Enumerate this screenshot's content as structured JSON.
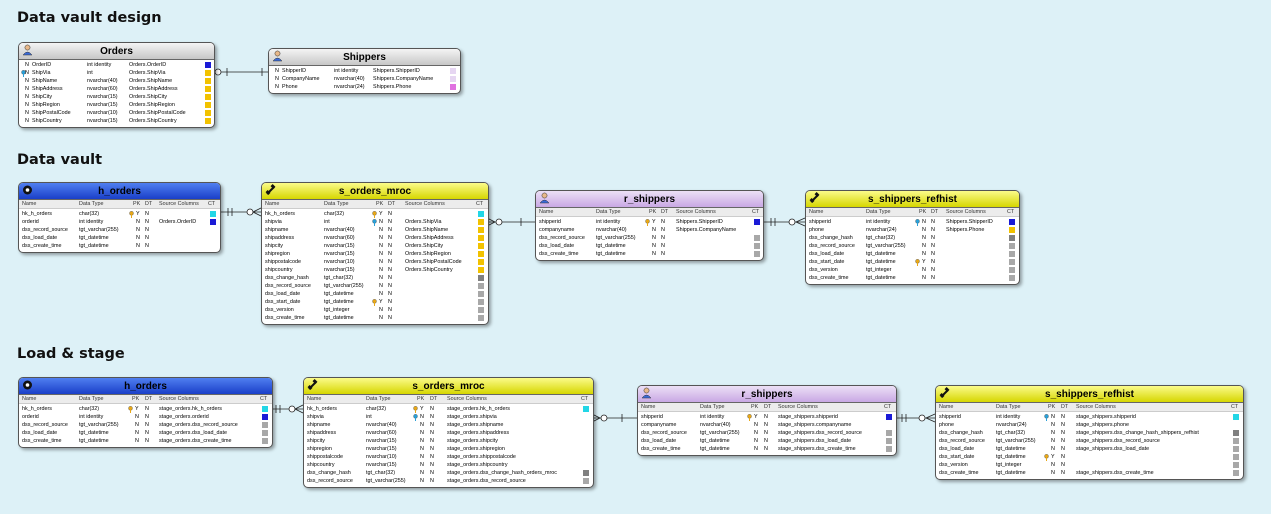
{
  "sections": {
    "design": "Data vault design",
    "vault": "Data vault",
    "load": "Load & stage"
  },
  "col_headers": {
    "name": "Name",
    "datatype": "Data Type",
    "pk": "PK",
    "dt": "DT",
    "source": "Source Columns",
    "ct": "CT"
  },
  "tables": [
    {
      "id": "orders",
      "title": "Orders",
      "style": "gray",
      "icon": "person-icon",
      "rows": [
        {
          "n": "N",
          "name": "OrderID",
          "type": "int identity",
          "src": "Orders.OrderID",
          "color": "#1a1ad6"
        },
        {
          "n": "N",
          "name": "ShipVia",
          "type": "int",
          "src": "Orders.ShipVia",
          "color": "#f2c200",
          "key": "blue"
        },
        {
          "n": "N",
          "name": "ShipName",
          "type": "nvarchar(40)",
          "src": "Orders.ShipName",
          "color": "#f2c200"
        },
        {
          "n": "N",
          "name": "ShipAddress",
          "type": "nvarchar(60)",
          "src": "Orders.ShipAddress",
          "color": "#f2c200"
        },
        {
          "n": "N",
          "name": "ShipCity",
          "type": "nvarchar(15)",
          "src": "Orders.ShipCity",
          "color": "#f2c200"
        },
        {
          "n": "N",
          "name": "ShipRegion",
          "type": "nvarchar(15)",
          "src": "Orders.ShipRegion",
          "color": "#f2c200"
        },
        {
          "n": "N",
          "name": "ShipPostalCode",
          "type": "nvarchar(10)",
          "src": "Orders.ShipPostalCode",
          "color": "#f2c200"
        },
        {
          "n": "N",
          "name": "ShipCountry",
          "type": "nvarchar(15)",
          "src": "Orders.ShipCountry",
          "color": "#f2c200"
        }
      ]
    },
    {
      "id": "shippers",
      "title": "Shippers",
      "style": "gray",
      "icon": "person-icon",
      "rows": [
        {
          "n": "N",
          "name": "ShipperID",
          "type": "int identity",
          "src": "Shippers.ShipperID",
          "color": "#e6d6f2"
        },
        {
          "n": "N",
          "name": "CompanyName",
          "type": "nvarchar(40)",
          "src": "Shippers.CompanyName",
          "color": "#e6d6f2"
        },
        {
          "n": "N",
          "name": "Phone",
          "type": "nvarchar(24)",
          "src": "Shippers.Phone",
          "color": "#e070e0"
        }
      ]
    },
    {
      "id": "h_orders_1",
      "title": "h_orders",
      "style": "blue",
      "icon": "hub-icon",
      "header_cols": true,
      "rows": [
        {
          "name": "hk_h_orders",
          "type": "char(32)",
          "pk": "Y",
          "dt": "N",
          "src": "",
          "color": "#22d6e6",
          "key": "gold"
        },
        {
          "name": "orderid",
          "type": "int identity",
          "pk": "N",
          "dt": "N",
          "src": "Orders.OrderID",
          "color": "#1a1ad6"
        },
        {
          "name": "dss_record_source",
          "type": "tgt_varchar(255)",
          "pk": "N",
          "dt": "N",
          "src": "",
          "color": ""
        },
        {
          "name": "dss_load_date",
          "type": "tgt_datetime",
          "pk": "N",
          "dt": "N",
          "src": "",
          "color": ""
        },
        {
          "name": "dss_create_time",
          "type": "tgt_datetime",
          "pk": "N",
          "dt": "N",
          "src": "",
          "color": ""
        }
      ]
    },
    {
      "id": "s_orders_mroc_1",
      "title": "s_orders_mroc",
      "style": "yellow",
      "icon": "satellite-icon",
      "header_cols": true,
      "rows": [
        {
          "name": "hk_h_orders",
          "type": "char(32)",
          "pk": "Y",
          "dt": "N",
          "src": "",
          "color": "#22d6e6",
          "key": "gold"
        },
        {
          "name": "shipvia",
          "type": "int",
          "pk": "N",
          "dt": "N",
          "src": "Orders.ShipVia",
          "color": "#f2c200",
          "key": "blue"
        },
        {
          "name": "shipname",
          "type": "nvarchar(40)",
          "pk": "N",
          "dt": "N",
          "src": "Orders.ShipName",
          "color": "#f2c200"
        },
        {
          "name": "shipaddress",
          "type": "nvarchar(60)",
          "pk": "N",
          "dt": "N",
          "src": "Orders.ShipAddress",
          "color": "#f2c200"
        },
        {
          "name": "shipcity",
          "type": "nvarchar(15)",
          "pk": "N",
          "dt": "N",
          "src": "Orders.ShipCity",
          "color": "#f2c200"
        },
        {
          "name": "shipregion",
          "type": "nvarchar(15)",
          "pk": "N",
          "dt": "N",
          "src": "Orders.ShipRegion",
          "color": "#f2c200"
        },
        {
          "name": "shippostalcode",
          "type": "nvarchar(10)",
          "pk": "N",
          "dt": "N",
          "src": "Orders.ShipPostalCode",
          "color": "#f2c200"
        },
        {
          "name": "shipcountry",
          "type": "nvarchar(15)",
          "pk": "N",
          "dt": "N",
          "src": "Orders.ShipCountry",
          "color": "#f2c200"
        },
        {
          "name": "dss_change_hash",
          "type": "tgt_char(32)",
          "pk": "N",
          "dt": "N",
          "src": "",
          "color": "#808080"
        },
        {
          "name": "dss_record_source",
          "type": "tgt_varchar(255)",
          "pk": "N",
          "dt": "N",
          "src": "",
          "color": "#a8a8a8"
        },
        {
          "name": "dss_load_date",
          "type": "tgt_datetime",
          "pk": "N",
          "dt": "N",
          "src": "",
          "color": "#a8a8a8"
        },
        {
          "name": "dss_start_date",
          "type": "tgt_datetime",
          "pk": "Y",
          "dt": "N",
          "src": "",
          "color": "#a8a8a8",
          "key": "gold"
        },
        {
          "name": "dss_version",
          "type": "tgt_integer",
          "pk": "N",
          "dt": "N",
          "src": "",
          "color": "#a8a8a8"
        },
        {
          "name": "dss_create_time",
          "type": "tgt_datetime",
          "pk": "N",
          "dt": "N",
          "src": "",
          "color": "#a8a8a8"
        }
      ]
    },
    {
      "id": "r_shippers_1",
      "title": "r_shippers",
      "style": "purple",
      "icon": "person-icon",
      "header_cols": true,
      "rows": [
        {
          "name": "shipperid",
          "type": "int identity",
          "pk": "Y",
          "dt": "N",
          "src": "Shippers.ShipperID",
          "color": "#1a1ad6",
          "key": "gold"
        },
        {
          "name": "companyname",
          "type": "nvarchar(40)",
          "pk": "N",
          "dt": "N",
          "src": "Shippers.CompanyName",
          "color": ""
        },
        {
          "name": "dss_record_source",
          "type": "tgt_varchar(255)",
          "pk": "N",
          "dt": "N",
          "src": "",
          "color": "#a8a8a8"
        },
        {
          "name": "dss_load_date",
          "type": "tgt_datetime",
          "pk": "N",
          "dt": "N",
          "src": "",
          "color": "#a8a8a8"
        },
        {
          "name": "dss_create_time",
          "type": "tgt_datetime",
          "pk": "N",
          "dt": "N",
          "src": "",
          "color": "#a8a8a8"
        }
      ]
    },
    {
      "id": "s_shippers_refhist_1",
      "title": "s_shippers_refhist",
      "style": "yellow",
      "icon": "satellite-icon",
      "header_cols": true,
      "rows": [
        {
          "name": "shipperid",
          "type": "int identity",
          "pk": "N",
          "dt": "N",
          "src": "Shippers.ShipperID",
          "color": "#1a1ad6",
          "key": "blue"
        },
        {
          "name": "phone",
          "type": "nvarchar(24)",
          "pk": "N",
          "dt": "N",
          "src": "Shippers.Phone",
          "color": "#f2c200"
        },
        {
          "name": "dss_change_hash",
          "type": "tgt_char(32)",
          "pk": "N",
          "dt": "N",
          "src": "",
          "color": "#808080"
        },
        {
          "name": "dss_record_source",
          "type": "tgt_varchar(255)",
          "pk": "N",
          "dt": "N",
          "src": "",
          "color": "#a8a8a8"
        },
        {
          "name": "dss_load_date",
          "type": "tgt_datetime",
          "pk": "N",
          "dt": "N",
          "src": "",
          "color": "#a8a8a8"
        },
        {
          "name": "dss_start_date",
          "type": "tgt_datetime",
          "pk": "Y",
          "dt": "N",
          "src": "",
          "color": "#a8a8a8",
          "key": "gold"
        },
        {
          "name": "dss_version",
          "type": "tgt_integer",
          "pk": "N",
          "dt": "N",
          "src": "",
          "color": "#a8a8a8"
        },
        {
          "name": "dss_create_time",
          "type": "tgt_datetime",
          "pk": "N",
          "dt": "N",
          "src": "",
          "color": "#a8a8a8"
        }
      ]
    },
    {
      "id": "h_orders_2",
      "title": "h_orders",
      "style": "blue",
      "icon": "hub-icon",
      "header_cols": true,
      "rows": [
        {
          "name": "hk_h_orders",
          "type": "char(32)",
          "pk": "Y",
          "dt": "N",
          "src": "stage_orders.hk_h_orders",
          "color": "#22d6e6",
          "key": "gold"
        },
        {
          "name": "orderid",
          "type": "int identity",
          "pk": "N",
          "dt": "N",
          "src": "stage_orders.orderid",
          "color": "#1a1ad6"
        },
        {
          "name": "dss_record_source",
          "type": "tgt_varchar(255)",
          "pk": "N",
          "dt": "N",
          "src": "stage_orders.dss_record_source",
          "color": "#a8a8a8"
        },
        {
          "name": "dss_load_date",
          "type": "tgt_datetime",
          "pk": "N",
          "dt": "N",
          "src": "stage_orders.dss_load_date",
          "color": "#a8a8a8"
        },
        {
          "name": "dss_create_time",
          "type": "tgt_datetime",
          "pk": "N",
          "dt": "N",
          "src": "stage_orders.dss_create_time",
          "color": "#a8a8a8"
        }
      ]
    },
    {
      "id": "s_orders_mroc_2",
      "title": "s_orders_mroc",
      "style": "yellow",
      "icon": "satellite-icon",
      "header_cols": true,
      "rows": [
        {
          "name": "hk_h_orders",
          "type": "char(32)",
          "pk": "Y",
          "dt": "N",
          "src": "stage_orders.hk_h_orders",
          "color": "#22d6e6",
          "key": "gold"
        },
        {
          "name": "shipvia",
          "type": "int",
          "pk": "N",
          "dt": "N",
          "src": "stage_orders.shipvia",
          "color": "",
          "key": "blue"
        },
        {
          "name": "shipname",
          "type": "nvarchar(40)",
          "pk": "N",
          "dt": "N",
          "src": "stage_orders.shipname",
          "color": ""
        },
        {
          "name": "shipaddress",
          "type": "nvarchar(60)",
          "pk": "N",
          "dt": "N",
          "src": "stage_orders.shipaddress",
          "color": ""
        },
        {
          "name": "shipcity",
          "type": "nvarchar(15)",
          "pk": "N",
          "dt": "N",
          "src": "stage_orders.shipcity",
          "color": ""
        },
        {
          "name": "shipregion",
          "type": "nvarchar(15)",
          "pk": "N",
          "dt": "N",
          "src": "stage_orders.shipregion",
          "color": ""
        },
        {
          "name": "shippostalcode",
          "type": "nvarchar(10)",
          "pk": "N",
          "dt": "N",
          "src": "stage_orders.shippostalcode",
          "color": ""
        },
        {
          "name": "shipcountry",
          "type": "nvarchar(15)",
          "pk": "N",
          "dt": "N",
          "src": "stage_orders.shipcountry",
          "color": ""
        },
        {
          "name": "dss_change_hash",
          "type": "tgt_char(32)",
          "pk": "N",
          "dt": "N",
          "src": "stage_orders.dss_change_hash_orders_mroc",
          "color": "#808080"
        },
        {
          "name": "dss_record_source",
          "type": "tgt_varchar(255)",
          "pk": "N",
          "dt": "N",
          "src": "stage_orders.dss_record_source",
          "color": "#a8a8a8"
        }
      ]
    },
    {
      "id": "r_shippers_2",
      "title": "r_shippers",
      "style": "purple",
      "icon": "person-icon",
      "header_cols": true,
      "rows": [
        {
          "name": "shipperid",
          "type": "int identity",
          "pk": "Y",
          "dt": "N",
          "src": "stage_shippers.shipperid",
          "color": "#1a1ad6",
          "key": "gold"
        },
        {
          "name": "companyname",
          "type": "nvarchar(40)",
          "pk": "N",
          "dt": "N",
          "src": "stage_shippers.companyname",
          "color": ""
        },
        {
          "name": "dss_record_source",
          "type": "tgt_varchar(255)",
          "pk": "N",
          "dt": "N",
          "src": "stage_shippers.dss_record_source",
          "color": "#a8a8a8"
        },
        {
          "name": "dss_load_date",
          "type": "tgt_datetime",
          "pk": "N",
          "dt": "N",
          "src": "stage_shippers.dss_load_date",
          "color": "#a8a8a8"
        },
        {
          "name": "dss_create_time",
          "type": "tgt_datetime",
          "pk": "N",
          "dt": "N",
          "src": "stage_shippers.dss_create_time",
          "color": "#a8a8a8"
        }
      ]
    },
    {
      "id": "s_shippers_refhist_2",
      "title": "s_shippers_refhist",
      "style": "yellow",
      "icon": "satellite-icon",
      "header_cols": true,
      "rows": [
        {
          "name": "shipperid",
          "type": "int identity",
          "pk": "N",
          "dt": "N",
          "src": "stage_shippers.shipperid",
          "color": "#22d6e6",
          "key": "blue"
        },
        {
          "name": "phone",
          "type": "nvarchar(24)",
          "pk": "N",
          "dt": "N",
          "src": "stage_shippers.phone",
          "color": ""
        },
        {
          "name": "dss_change_hash",
          "type": "tgt_char(32)",
          "pk": "N",
          "dt": "N",
          "src": "stage_shippers.dss_change_hash_shippers_refhist",
          "color": "#808080"
        },
        {
          "name": "dss_record_source",
          "type": "tgt_varchar(255)",
          "pk": "N",
          "dt": "N",
          "src": "stage_shippers.dss_record_source",
          "color": "#a8a8a8"
        },
        {
          "name": "dss_load_date",
          "type": "tgt_datetime",
          "pk": "N",
          "dt": "N",
          "src": "stage_shippers.dss_load_date",
          "color": "#a8a8a8"
        },
        {
          "name": "dss_start_date",
          "type": "tgt_datetime",
          "pk": "Y",
          "dt": "N",
          "src": "",
          "color": "#a8a8a8",
          "key": "gold"
        },
        {
          "name": "dss_version",
          "type": "tgt_integer",
          "pk": "N",
          "dt": "N",
          "src": "",
          "color": "#a8a8a8"
        },
        {
          "name": "dss_create_time",
          "type": "tgt_datetime",
          "pk": "N",
          "dt": "N",
          "src": "stage_shippers.dss_create_time",
          "color": "#a8a8a8"
        }
      ]
    }
  ]
}
